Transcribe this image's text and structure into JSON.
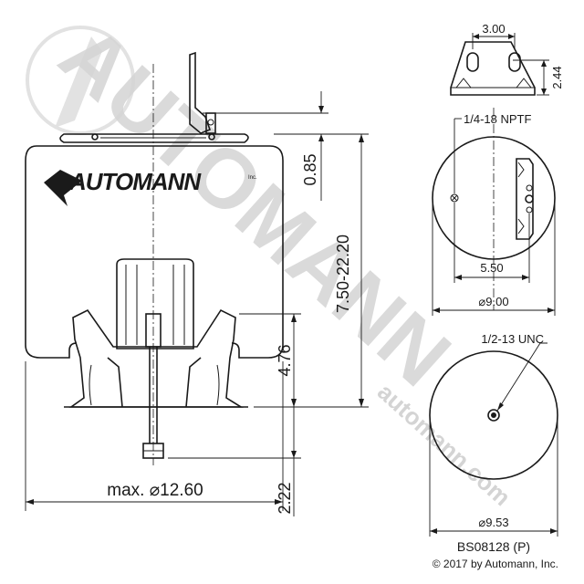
{
  "watermark": {
    "big_text": "AUTOMANN",
    "url_text": "automann.com"
  },
  "brand": {
    "logo_text": "AUTOMANN",
    "logo_suffix": "Inc."
  },
  "dimensions": {
    "top_bracket_width": "3.00",
    "top_bracket_height": "2.44",
    "port_callout": "1/4-18 NPTF",
    "bolt_spacing": "5.50",
    "top_plate_dia": "⌀9.00",
    "stud_callout": "1/2-13 UNC",
    "bottom_plate_dia": "⌀9.53",
    "top_offset": "0.85",
    "height_range": "7.50-22.20",
    "piston_height": "4.76",
    "stud_length": "2.22",
    "max_dia": "max. ⌀12.60"
  },
  "footer": {
    "part_number": "BS08128 (P)",
    "copyright": "© 2017 by Automann, Inc."
  }
}
